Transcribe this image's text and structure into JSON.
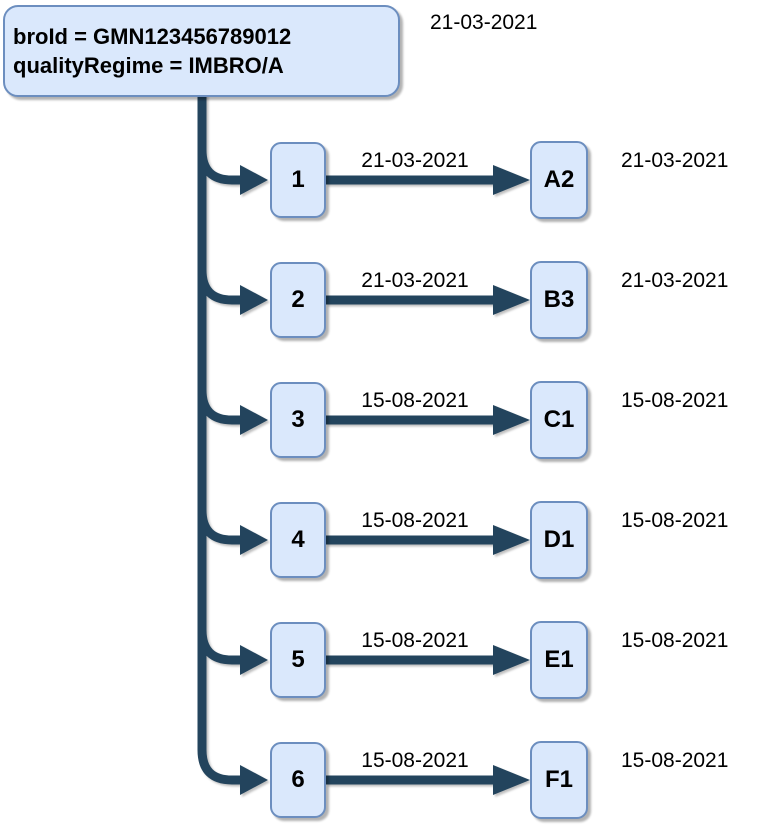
{
  "diagram": {
    "root_node": {
      "line1": "broId = GMN123456789012",
      "line2": "qualityRegime = IMBRO/A"
    },
    "root_date": "21-03-2021",
    "rows": [
      {
        "source": "1",
        "edge_date": "21-03-2021",
        "target": "A2",
        "side_date": "21-03-2021"
      },
      {
        "source": "2",
        "edge_date": "21-03-2021",
        "target": "B3",
        "side_date": "21-03-2021"
      },
      {
        "source": "3",
        "edge_date": "15-08-2021",
        "target": "C1",
        "side_date": "15-08-2021"
      },
      {
        "source": "4",
        "edge_date": "15-08-2021",
        "target": "D1",
        "side_date": "15-08-2021"
      },
      {
        "source": "5",
        "edge_date": "15-08-2021",
        "target": "E1",
        "side_date": "15-08-2021"
      },
      {
        "source": "6",
        "edge_date": "15-08-2021",
        "target": "F1",
        "side_date": "15-08-2021"
      }
    ]
  },
  "colors": {
    "node_fill": "#dae8fc",
    "node_border": "#6c8ebf",
    "connector": "#23445d",
    "text": "#000000"
  }
}
